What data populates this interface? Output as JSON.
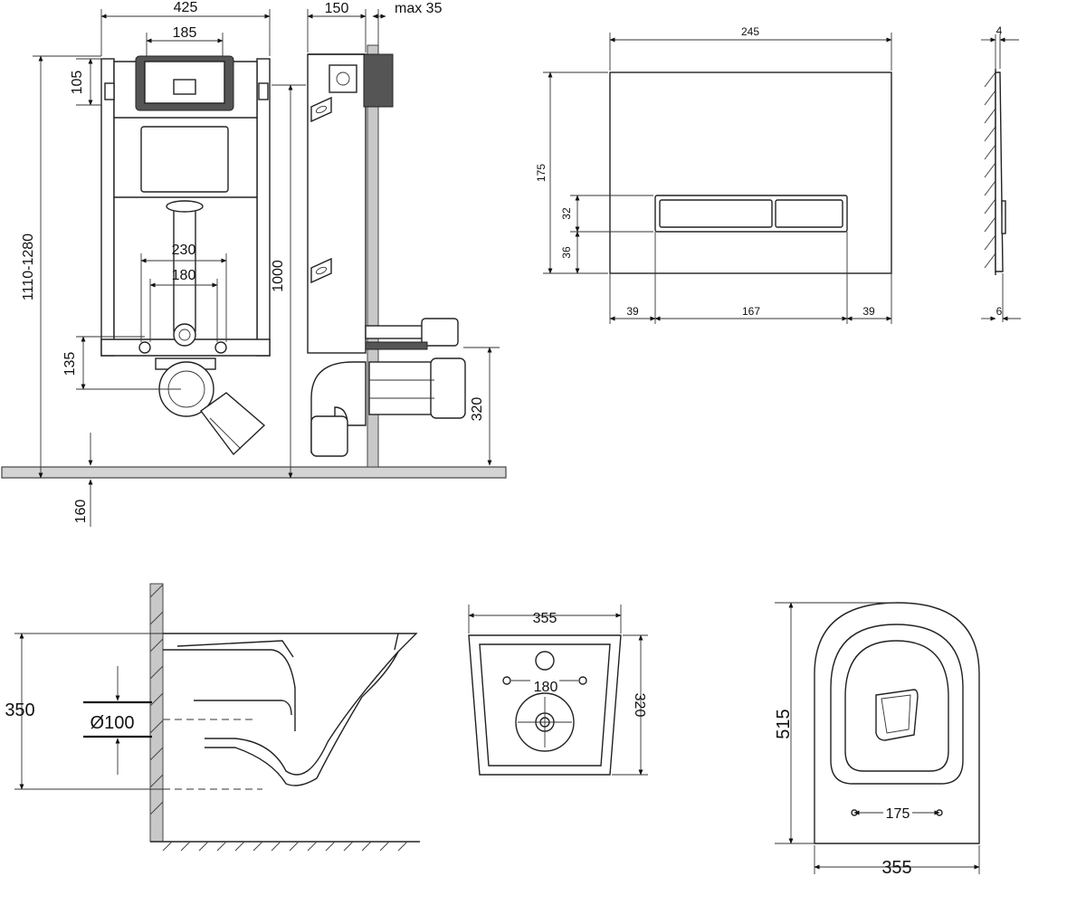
{
  "installation_frame": {
    "front_view": {
      "width": "425",
      "cistern_width": "185",
      "top_offset": "105",
      "pipe_spacing_outer": "230",
      "pipe_spacing_inner": "180",
      "bolt_height": "135",
      "total_height": "1110-1280",
      "floor_adjust": "160"
    },
    "side_view": {
      "depth": "150",
      "wall_gap": "max 35",
      "frame_height": "1000",
      "drain_height": "320"
    }
  },
  "flush_plate": {
    "width": "245",
    "height": "175",
    "button_height": "32",
    "bottom_offset": "36",
    "margin_left": "39",
    "button_span": "167",
    "margin_right": "39",
    "thickness_top": "4",
    "thickness_bottom": "6"
  },
  "toilet_bowl": {
    "side_view": {
      "height": "350",
      "pipe_diameter": "Ø100"
    },
    "back_view": {
      "width": "355",
      "bolt_spacing": "180",
      "height": "320"
    },
    "top_view": {
      "length": "515",
      "bolt_spacing": "175",
      "width": "355"
    }
  }
}
